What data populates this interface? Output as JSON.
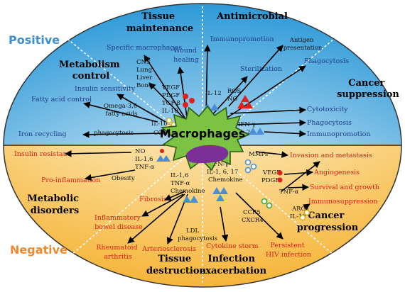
{
  "positive_label": "Positive",
  "negative_label": "Negative",
  "center_label": "Macrophages",
  "sections": {
    "tissue_maintenance": [
      "Tissue",
      "maintenance"
    ],
    "antimicrobial": "Antimicrobial",
    "metabolism_control": [
      "Metabolism",
      "control"
    ],
    "cancer_suppression": [
      "Cancer",
      "suppression"
    ],
    "metabolic_disorders": [
      "Metabolic",
      "disorders"
    ],
    "tissue_destruction": [
      "Tissue",
      "destruction"
    ],
    "infection_exacerbation": [
      "Infection",
      "exacerbation"
    ],
    "cancer_progression": [
      "Cancer",
      "progression"
    ]
  },
  "outcomes_positive": {
    "specific_macrophages": "Specific macrophages",
    "wound_healing": [
      "Wound",
      "healing"
    ],
    "organs": [
      "CNS",
      "Lung",
      "Liver",
      "Bone"
    ],
    "immunopromotion_top": "Immunopromotion",
    "antigen_presentation": [
      "Antigen",
      "presentation"
    ],
    "phagocytosis_top": "Phagocytosis",
    "sterilization": "Sterilization",
    "insulin_sensitivity": "Insulin sensitivity",
    "fatty_acid_control": "Fatty acid control",
    "omega": [
      "Omega-3,6",
      "fatty acids"
    ],
    "cytotoxicity": "Cytotoxicity",
    "phagocytosis_right": "Phagocytosis",
    "immunopromotion_right": "Immunopromotion",
    "iron_recycling": "Iron recycling",
    "phagocytosis_small": "phagocytosis"
  },
  "mediators": {
    "growth_factors": [
      "VEGF",
      "PDGF",
      "TGF-β",
      "IL-10"
    ],
    "il12": "IL-12",
    "ros": [
      "ROS",
      "NO"
    ],
    "il10": "IL-10",
    "cox": "COX",
    "ifn_il2": [
      "IFN-γ",
      "IL-2"
    ],
    "no_il6": [
      "NO",
      "IL-1,6",
      "TNF-α"
    ],
    "obesity": "Obesity",
    "mmps": "MMPs",
    "il6_chemokine": [
      "IL-1,6",
      "TNF-α",
      "Chemokine"
    ],
    "ifn_il1": [
      "IFN-γ",
      "IL-1, 6, 17",
      "Chemokine"
    ],
    "vegf_pdgf": [
      "VEGF",
      "PDGF"
    ],
    "tnf": "TNF-α",
    "arg1": [
      "ARG1",
      "IL-10"
    ],
    "ccr5": [
      "CCR5",
      "CXCR4"
    ],
    "ldl": [
      "LDL",
      "phagocytosis"
    ]
  },
  "outcomes_negative": {
    "insulin_resistant": "Insulin resistant",
    "pro_inflammation": "Pro-inflammation",
    "fibrosis": "Fibrosis",
    "ibd": [
      "Inflammatory",
      "bowel disease"
    ],
    "rheumatoid": [
      "Rheumatoid",
      "arthritis"
    ],
    "arteriosclerosis": "Arteriosclerosis",
    "cytokine_storm": "Cytokine storm",
    "persistent_hiv": [
      "Persistent",
      "HIV infection"
    ],
    "invasion": "Invasion and metastasis",
    "angiogenesis": "Angiogenesis",
    "survival": "Survival and growth",
    "immunosuppression": "Immunosuppression"
  },
  "colors": {
    "top_fill_outer": "#2e9ad8",
    "top_fill_inner": "#e7f3fb",
    "bottom_fill_inner": "#fef8dc",
    "bottom_fill_outer": "#f6b53a",
    "positive_text": "#3d8fd1",
    "negative_text": "#f08a2e",
    "outcome_blue": "#1f3d8a",
    "outcome_red": "#e0201b",
    "macrophage_green": "#7cc243",
    "nucleus_purple": "#7b2f97"
  }
}
